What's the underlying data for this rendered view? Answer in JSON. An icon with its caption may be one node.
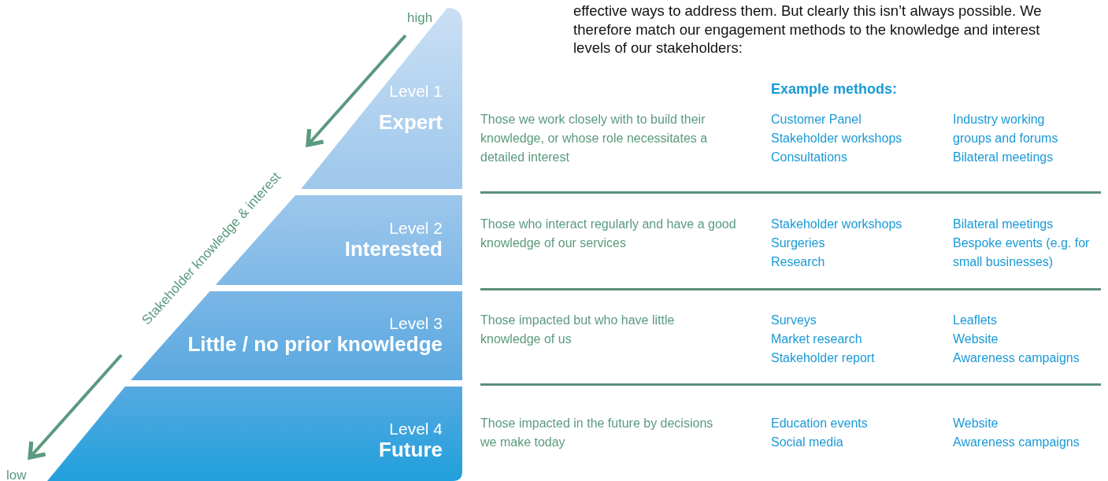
{
  "diagram": {
    "nodes": [
      {
        "text": [
          "Level 1",
          "Expert"
        ]
      },
      {
        "text": [
          "Level 2",
          "Interested"
        ]
      },
      {
        "text": [
          "Level 3",
          "Little / no prior knowledge"
        ]
      },
      {
        "text": [
          "Level 4",
          "Future"
        ]
      }
    ],
    "labels": [
      "high",
      "Stakeholder knowledge & interest",
      "low",
      "effective ways to address them. But clearly this isn’t always possible. We therefore match our engagement methods to the knowledge and interest levels of our stakeholders:",
      "Example methods:",
      "Those we work closely with to build their knowledge, or whose role necessitates a detailed interest",
      "Customer Panel",
      "Stakeholder workshops",
      "Consultations",
      "Industry working groups and forums",
      "Bilateral meetings",
      "Those who interact regularly and have a good knowledge of our services",
      "Stakeholder workshops",
      "Surgeries",
      "Research",
      "Bilateral meetings",
      "Bespoke events (e.g. for small businesses)",
      "Those impacted but who have little knowledge of us",
      "Surveys",
      "Market research",
      "Stakeholder report",
      "Leaflets",
      "Website",
      "Awareness campaigns",
      "Those impacted in the future by decisions we make today",
      "Education events",
      "Social media",
      "Website",
      "Awareness campaigns"
    ]
  }
}
